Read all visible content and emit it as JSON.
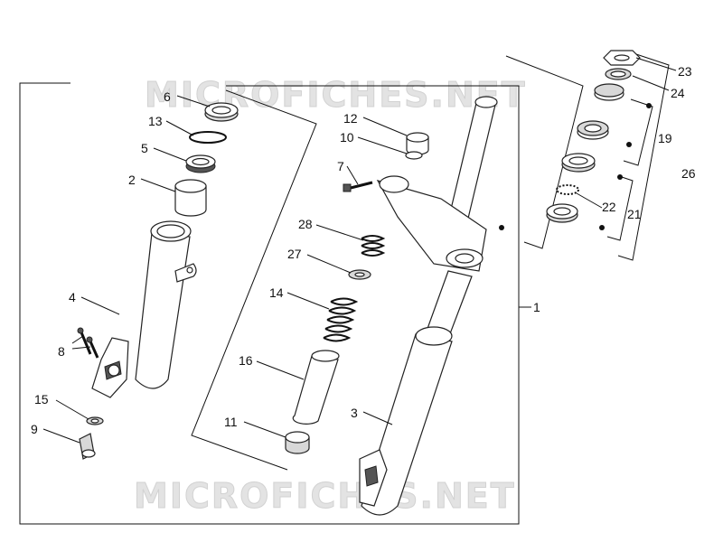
{
  "watermark": {
    "top": "MICROFICHES.NET",
    "bottom": "MICROFICHES.NET"
  },
  "callouts": [
    {
      "id": "c1",
      "text": "1"
    },
    {
      "id": "c2",
      "text": "2"
    },
    {
      "id": "c3",
      "text": "3"
    },
    {
      "id": "c4",
      "text": "4"
    },
    {
      "id": "c5",
      "text": "5"
    },
    {
      "id": "c6",
      "text": "6"
    },
    {
      "id": "c7",
      "text": "7"
    },
    {
      "id": "c8",
      "text": "8"
    },
    {
      "id": "c9",
      "text": "9"
    },
    {
      "id": "c10",
      "text": "10"
    },
    {
      "id": "c11",
      "text": "11"
    },
    {
      "id": "c12",
      "text": "12"
    },
    {
      "id": "c13",
      "text": "13"
    },
    {
      "id": "c14",
      "text": "14"
    },
    {
      "id": "c15",
      "text": "15"
    },
    {
      "id": "c16",
      "text": "16"
    },
    {
      "id": "c19",
      "text": "19"
    },
    {
      "id": "c21",
      "text": "21"
    },
    {
      "id": "c22",
      "text": "22"
    },
    {
      "id": "c23",
      "text": "23"
    },
    {
      "id": "c24",
      "text": "24"
    },
    {
      "id": "c26",
      "text": "26"
    },
    {
      "id": "c27",
      "text": "27"
    },
    {
      "id": "c28",
      "text": "28"
    }
  ]
}
